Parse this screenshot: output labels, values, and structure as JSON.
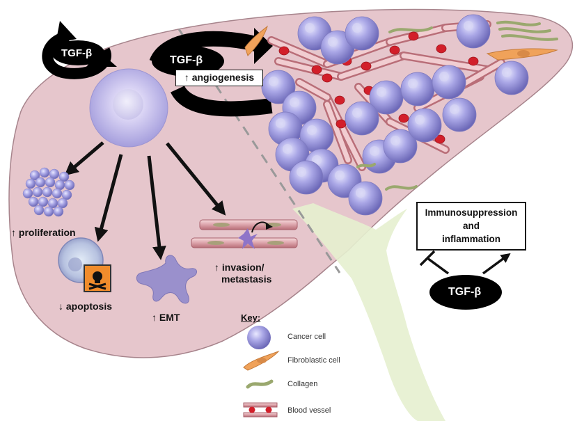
{
  "tgf_top_left": "TGF-β",
  "tgf_angiogenesis": {
    "label": "TGF-β",
    "box": "↑ angiogenesis"
  },
  "effects": {
    "proliferation": "↑ proliferation",
    "apoptosis": "↓ apoptosis",
    "emt": "↑ EMT",
    "invasion_line1": "↑ invasion/",
    "invasion_line2": "metastasis"
  },
  "immuno": {
    "line1": "Immunosuppression",
    "line2": "and",
    "line3": "inflammation",
    "tgf": "TGF-β"
  },
  "key": {
    "title": "Key:",
    "items": [
      {
        "label": "Cancer cell",
        "icon": "cancer-cell-icon"
      },
      {
        "label": "Fibroblastic cell",
        "icon": "fibroblast-icon"
      },
      {
        "label": "Collagen",
        "icon": "collagen-icon"
      },
      {
        "label": "Blood vessel",
        "icon": "blood-vessel-icon"
      }
    ]
  },
  "colors": {
    "tissue": "#e6c6cc",
    "tissue_edge": "#a7848c",
    "cancer_cell": "#9b98d8",
    "vessel": "#e9b9bd",
    "rbc": "#d21f2a",
    "fibroblast": "#f0a25a",
    "collagen": "#9aa86e",
    "stem": "#e6efcf"
  }
}
